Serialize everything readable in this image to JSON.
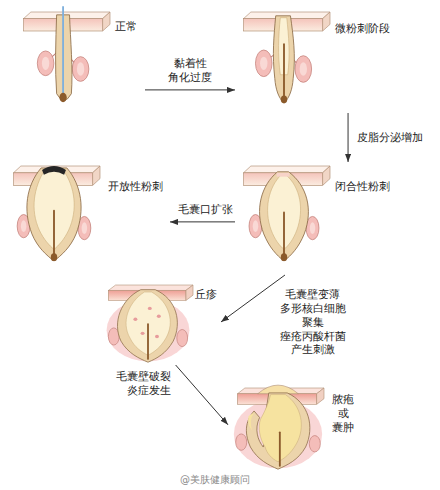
{
  "diagram": {
    "nodes": [
      {
        "text": [
          "正常"
        ]
      },
      {
        "text": [
          "微粉刺阶段"
        ]
      },
      {
        "text": [
          "闭合性粉刺"
        ]
      },
      {
        "text": [
          "开放性粉刺"
        ]
      },
      {
        "text": [
          "丘疹"
        ]
      },
      {
        "text": [
          "脓疱 或 囊肿"
        ]
      }
    ],
    "edges": [
      {
        "from": 0,
        "to": 1,
        "label": "黏着性 角化过度",
        "arrow": "to"
      },
      {
        "from": 1,
        "to": 2,
        "label": "皮脂分泌增加",
        "arrow": "to"
      },
      {
        "from": 2,
        "to": 3,
        "label": "毛囊口扩张",
        "arrow": "to"
      },
      {
        "from": 2,
        "to": 4,
        "label": "毛囊壁变薄 多形核白细胞 聚集 痤疮丙酸杆菌 产生刺激",
        "arrow": "to"
      },
      {
        "from": 4,
        "to": 5,
        "label": "毛囊壁破裂 炎症发生",
        "arrow": "to"
      }
    ],
    "labels": [
      "@美肤健康顾问"
    ]
  }
}
